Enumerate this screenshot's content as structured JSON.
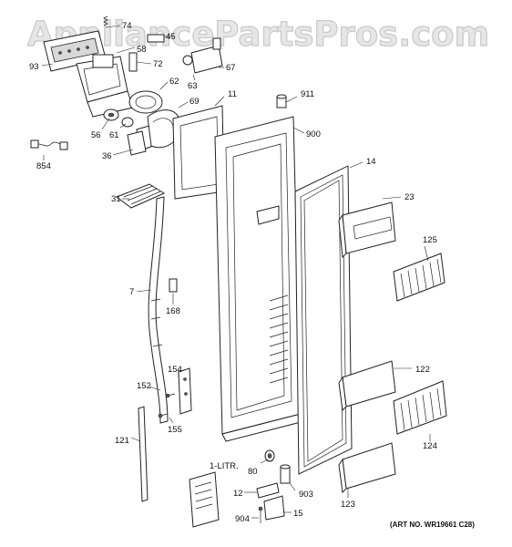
{
  "watermark": "AppliancePartsPros.com",
  "art_number": "(ART NO. WR19661 C28)",
  "note_text": "1-LITR.",
  "callouts": {
    "c74": "74",
    "c45": "45",
    "c58": "58",
    "c93": "93",
    "c72": "72",
    "c67": "67",
    "c63": "63",
    "c62": "62",
    "c11": "11",
    "c911": "911",
    "c69": "69",
    "c56": "56",
    "c61": "61",
    "c900": "900",
    "c36": "36",
    "c854": "854",
    "c14": "14",
    "c23": "23",
    "c31": "31",
    "c125": "125",
    "c7": "7",
    "c168": "168",
    "c154": "154",
    "c122": "122",
    "c152": "152",
    "c155": "155",
    "c124": "124",
    "c121": "121",
    "c80": "80",
    "c12": "12",
    "c903": "903",
    "c123": "123",
    "c904": "904",
    "c15": "15"
  }
}
